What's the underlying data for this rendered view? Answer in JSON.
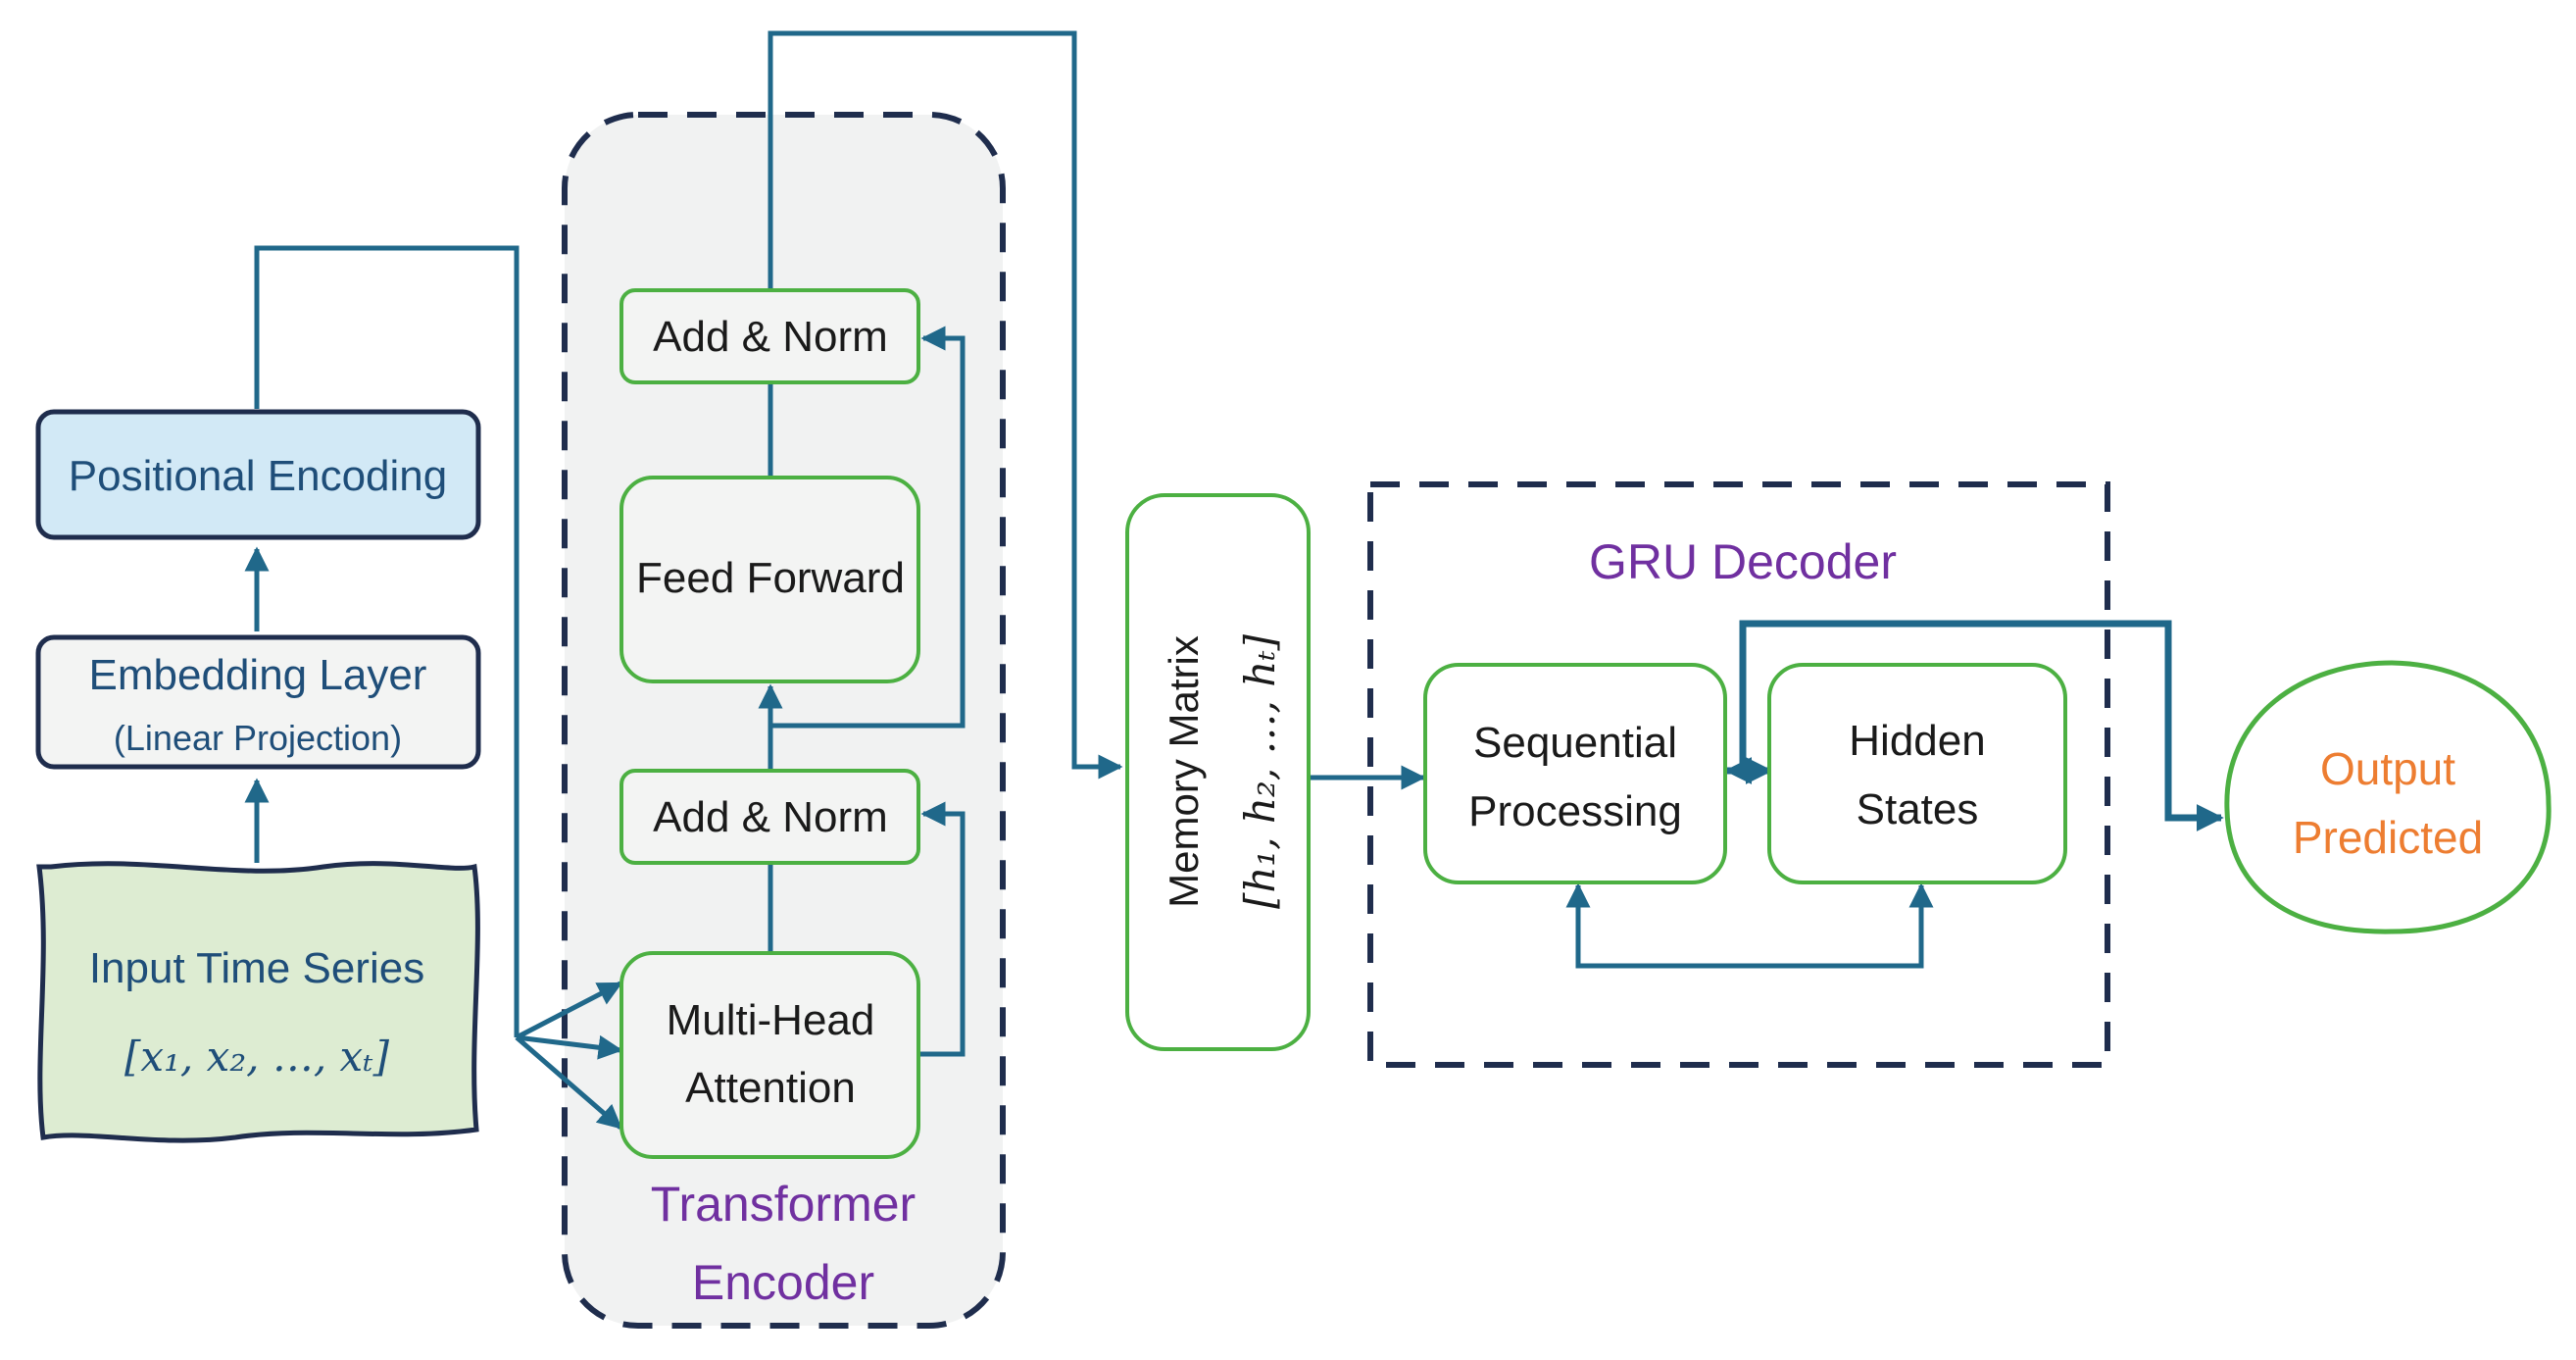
{
  "input": {
    "title": "Input Time Series",
    "sequence": "[x₁, x₂, …, xₜ]"
  },
  "embedding": {
    "title": "Embedding Layer",
    "subtitle": "(Linear Projection)"
  },
  "positional": {
    "title": "Positional Encoding"
  },
  "encoder": {
    "label_line1": "Transformer",
    "label_line2": "Encoder",
    "multi_head_line1": "Multi-Head",
    "multi_head_line2": "Attention",
    "add_norm_lower": "Add & Norm",
    "feed_forward": "Feed Forward",
    "add_norm_upper": "Add & Norm"
  },
  "memory": {
    "title": "Memory Matrix",
    "sequence": "[h₁, h₂, …, hₜ]"
  },
  "decoder": {
    "label": "GRU Decoder",
    "sequential_line1": "Sequential",
    "sequential_line2": "Processing",
    "hidden_line1": "Hidden",
    "hidden_line2": "States"
  },
  "output": {
    "line1": "Output",
    "line2": "Predicted"
  },
  "colors": {
    "wire": "#20688a",
    "green_border": "#4cb042",
    "dark_border": "#1f2d4d",
    "positional_fill": "#d2e9f6",
    "input_fill": "#ddecd2",
    "purple_text": "#7030a0",
    "orange_text": "#ed7d31"
  }
}
